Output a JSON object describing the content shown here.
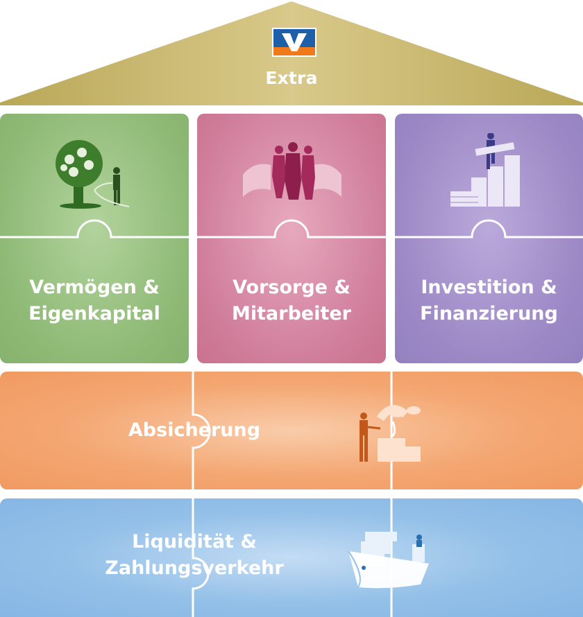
{
  "roof": {
    "label": "Extra",
    "color": "#c8b468"
  },
  "logo": {
    "name": "volksbank-logo",
    "blue": "#1d5fa8",
    "orange": "#f07a1a"
  },
  "pillars": [
    {
      "line1": "Vermögen &",
      "line2": "Eigenkapital",
      "color": "#8fba76",
      "icon": "money-tree-icon"
    },
    {
      "line1": "Vorsorge &",
      "line2": "Mitarbeiter",
      "color": "#d07e9b",
      "icon": "team-money-icon"
    },
    {
      "line1": "Investition &",
      "line2": "Finanzierung",
      "color": "#9c88c5",
      "icon": "stacks-climber-icon"
    }
  ],
  "bands": [
    {
      "line1": "Absicherung",
      "color": "#f4a772",
      "icon": "insurance-desk-icon"
    },
    {
      "line1": "Liquidität &",
      "line2": "Zahlungsverkehr",
      "color": "#93c0e8",
      "icon": "ship-cargo-icon"
    }
  ]
}
